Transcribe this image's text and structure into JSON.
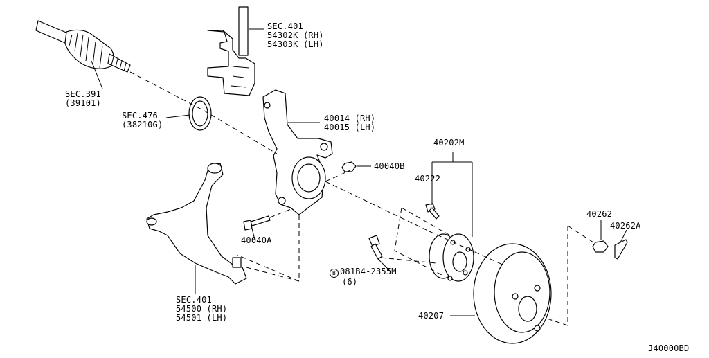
{
  "diagram": {
    "code": "J40000BD",
    "labels": {
      "sec391": {
        "line1": "SEC.391",
        "line2": "(39101)"
      },
      "sec401_top": {
        "line1": "SEC.401",
        "line2": "54302K (RH)",
        "line3": "54303K (LH)"
      },
      "sec476": {
        "line1": "SEC.476",
        "line2": "(38210G)"
      },
      "knuckle": {
        "line1": "40014 (RH)",
        "line2": "40015 (LH)"
      },
      "nut_40040b": "40040B",
      "bolt_40040a": "40040A",
      "sec401_bottom": {
        "line1": "SEC.401",
        "line2": "54500 (RH)",
        "line3": "54501 (LH)"
      },
      "hub_assy": "40202M",
      "stud": "40222",
      "bolt_081b4": {
        "mark": "B",
        "line1": "081B4-2355M",
        "line2": "(6)"
      },
      "rotor": "40207",
      "nut_40262": "40262",
      "pin_40262a": "40262A"
    }
  }
}
